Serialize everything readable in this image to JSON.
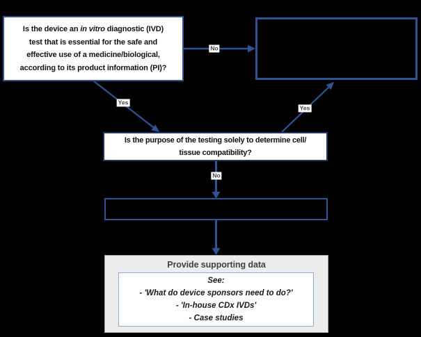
{
  "canvas": {
    "background": "#000000"
  },
  "flowchart": {
    "q1": {
      "l1_pre": "Is the device an ",
      "l1_italic": "in vitro",
      "l1_post": " diagnostic (IVD)",
      "l2": "test that is essential for the safe and",
      "l3": "effective use of a medicine/biological,",
      "l4": "according to its product information (PI)?"
    },
    "outcome_top_label": "",
    "q2": {
      "l1": "Is the purpose of the testing solely to determine cell/",
      "l2": "tissue compatibility?"
    },
    "bar_label": "",
    "edge_labels": {
      "no_to_outcome": "No",
      "yes_to_q2": "Yes",
      "yes_to_outcome": "Yes",
      "no_to_bar": "No"
    },
    "support": {
      "title": "Provide supporting data",
      "see": "See:",
      "items": [
        "- 'What do device sponsors need to do?'",
        "- 'In-house CDx IVDs'",
        "- Case studies"
      ]
    },
    "colors": {
      "connector_blue": "#2F5496",
      "q1_border": "#2F5496",
      "q2_border": "#1F3864",
      "outcome_border": "#2F5496",
      "support_fill": "#ECECEC",
      "support_border": "#A6A6A6",
      "inner_border": "#8EAADB",
      "title_text": "#404040"
    }
  }
}
